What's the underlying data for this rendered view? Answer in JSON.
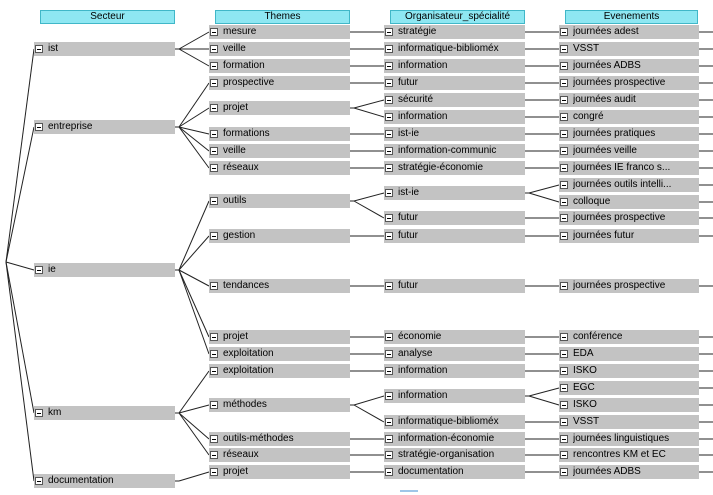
{
  "headers": [
    "Secteur",
    "Themes",
    "Organisateur_spécialité",
    "Evenements"
  ],
  "rows": [
    {
      "col": 0,
      "label": "ist"
    },
    {
      "col": 0,
      "label": "entreprise"
    },
    {
      "col": 0,
      "label": "ie"
    },
    {
      "col": 0,
      "label": "km"
    },
    {
      "col": 0,
      "label": "documentation"
    },
    {
      "col": 1,
      "label": "mesure"
    },
    {
      "col": 1,
      "label": "veille"
    },
    {
      "col": 1,
      "label": "formation"
    },
    {
      "col": 1,
      "label": "prospective"
    },
    {
      "col": 1,
      "label": "projet"
    },
    {
      "col": 1,
      "label": "formations"
    },
    {
      "col": 1,
      "label": "veille"
    },
    {
      "col": 1,
      "label": "réseaux"
    },
    {
      "col": 1,
      "label": "outils"
    },
    {
      "col": 1,
      "label": "gestion"
    },
    {
      "col": 1,
      "label": "tendances"
    },
    {
      "col": 1,
      "label": "projet"
    },
    {
      "col": 1,
      "label": "exploitation"
    },
    {
      "col": 1,
      "label": "exploitation"
    },
    {
      "col": 1,
      "label": "méthodes"
    },
    {
      "col": 1,
      "label": "outils-méthodes"
    },
    {
      "col": 1,
      "label": "réseaux"
    },
    {
      "col": 1,
      "label": "projet"
    },
    {
      "col": 2,
      "label": "stratégie"
    },
    {
      "col": 2,
      "label": "informatique-biblioméx"
    },
    {
      "col": 2,
      "label": "information"
    },
    {
      "col": 2,
      "label": "futur"
    },
    {
      "col": 2,
      "label": "sécurité"
    },
    {
      "col": 2,
      "label": "information"
    },
    {
      "col": 2,
      "label": "ist-ie"
    },
    {
      "col": 2,
      "label": "information-communic"
    },
    {
      "col": 2,
      "label": "stratégie-économie"
    },
    {
      "col": 2,
      "label": "ist-ie"
    },
    {
      "col": 2,
      "label": "futur"
    },
    {
      "col": 2,
      "label": "futur"
    },
    {
      "col": 2,
      "label": "futur"
    },
    {
      "col": 2,
      "label": "économie"
    },
    {
      "col": 2,
      "label": "analyse"
    },
    {
      "col": 2,
      "label": "information"
    },
    {
      "col": 2,
      "label": "information"
    },
    {
      "col": 2,
      "label": "informatique-biblioméx"
    },
    {
      "col": 2,
      "label": "information-économie"
    },
    {
      "col": 2,
      "label": "stratégie-organisation"
    },
    {
      "col": 2,
      "label": "documentation"
    },
    {
      "col": 3,
      "label": "journées adest"
    },
    {
      "col": 3,
      "label": "VSST"
    },
    {
      "col": 3,
      "label": "journées ADBS"
    },
    {
      "col": 3,
      "label": "journées prospective"
    },
    {
      "col": 3,
      "label": "journées audit"
    },
    {
      "col": 3,
      "label": "congré"
    },
    {
      "col": 3,
      "label": "journées pratiques"
    },
    {
      "col": 3,
      "label": "journées veille"
    },
    {
      "col": 3,
      "label": "journées IE franco s..."
    },
    {
      "col": 3,
      "label": "journées outils intelli..."
    },
    {
      "col": 3,
      "label": "colloque"
    },
    {
      "col": 3,
      "label": "journées prospective"
    },
    {
      "col": 3,
      "label": "journées futur"
    },
    {
      "col": 3,
      "label": "journées prospective"
    },
    {
      "col": 3,
      "label": "conférence"
    },
    {
      "col": 3,
      "label": "EDA"
    },
    {
      "col": 3,
      "label": "ISKO"
    },
    {
      "col": 3,
      "label": "EGC"
    },
    {
      "col": 3,
      "label": "ISKO"
    },
    {
      "col": 3,
      "label": "VSST"
    },
    {
      "col": 3,
      "label": "journées linguistiques"
    },
    {
      "col": 3,
      "label": "rencontres KM et EC"
    },
    {
      "col": 3,
      "label": "journées ADBS"
    }
  ]
}
